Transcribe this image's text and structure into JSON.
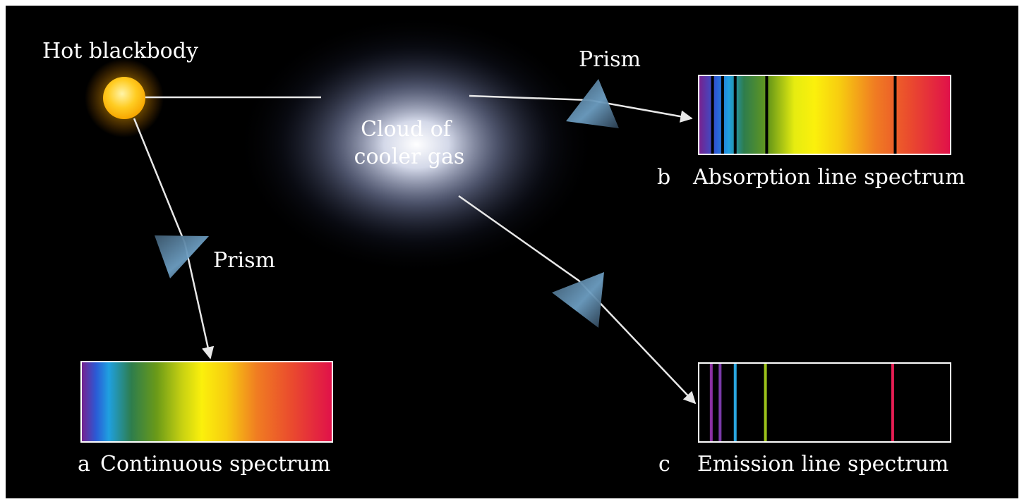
{
  "labels": {
    "source": "Hot blackbody",
    "cloud_line1": "Cloud of",
    "cloud_line2": "cooler gas",
    "prism_top": "Prism",
    "prism_left": "Prism",
    "spectrum_a_letter": "a",
    "spectrum_a": "Continuous spectrum",
    "spectrum_b_letter": "b",
    "spectrum_b": "Absorption line spectrum",
    "spectrum_c_letter": "c",
    "spectrum_c": "Emission line spectrum"
  },
  "colors": {
    "background": "#000000",
    "frame": "#ffffff",
    "ray": "#e8e8e8",
    "blackbody_core": "#ffc61a",
    "cloud_glow": "#c9d2ef",
    "prism": "#5e88a8"
  },
  "spectrum_absorption_lines": [
    0.055,
    0.095,
    0.145,
    0.27,
    0.78
  ],
  "spectrum_emission_lines": [
    {
      "pos": 0.05,
      "color": "#8a2fa0"
    },
    {
      "pos": 0.085,
      "color": "#7a3aa8"
    },
    {
      "pos": 0.145,
      "color": "#2aa6e0"
    },
    {
      "pos": 0.265,
      "color": "#9cc21a"
    },
    {
      "pos": 0.77,
      "color": "#e81e54"
    }
  ]
}
